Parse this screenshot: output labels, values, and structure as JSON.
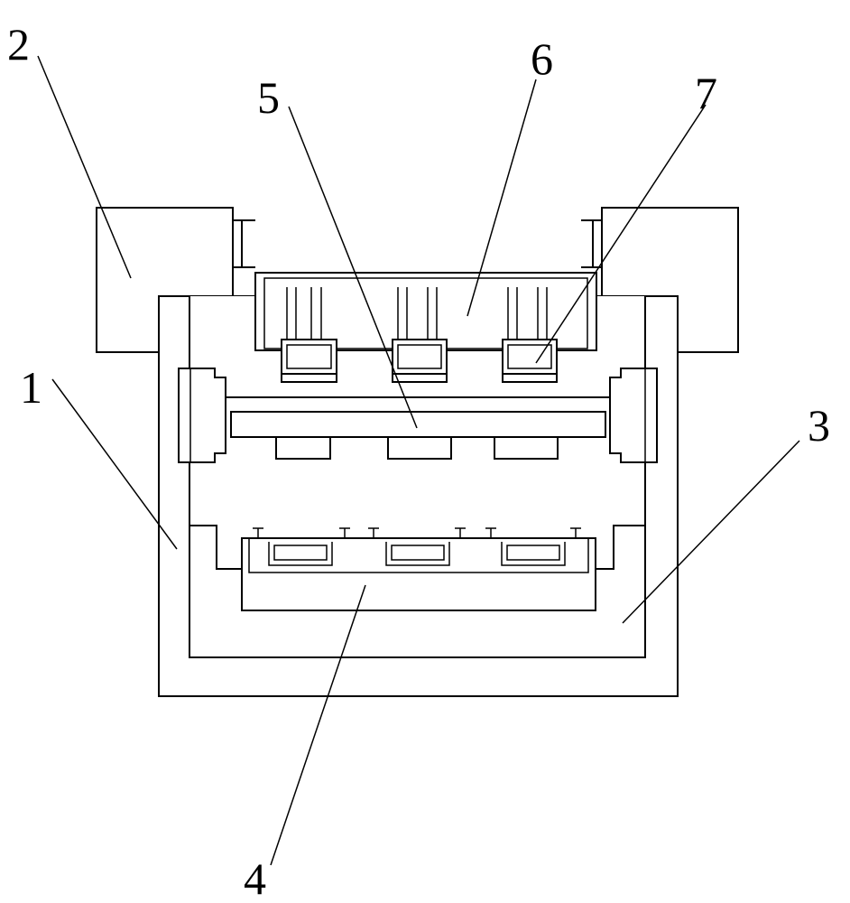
{
  "figure": {
    "labels": [
      {
        "id": "part-1",
        "text": "1"
      },
      {
        "id": "part-2",
        "text": "2"
      },
      {
        "id": "part-3",
        "text": "3"
      },
      {
        "id": "part-4",
        "text": "4"
      },
      {
        "id": "part-5",
        "text": "5"
      },
      {
        "id": "part-6",
        "text": "6"
      },
      {
        "id": "part-7",
        "text": "7"
      }
    ]
  }
}
